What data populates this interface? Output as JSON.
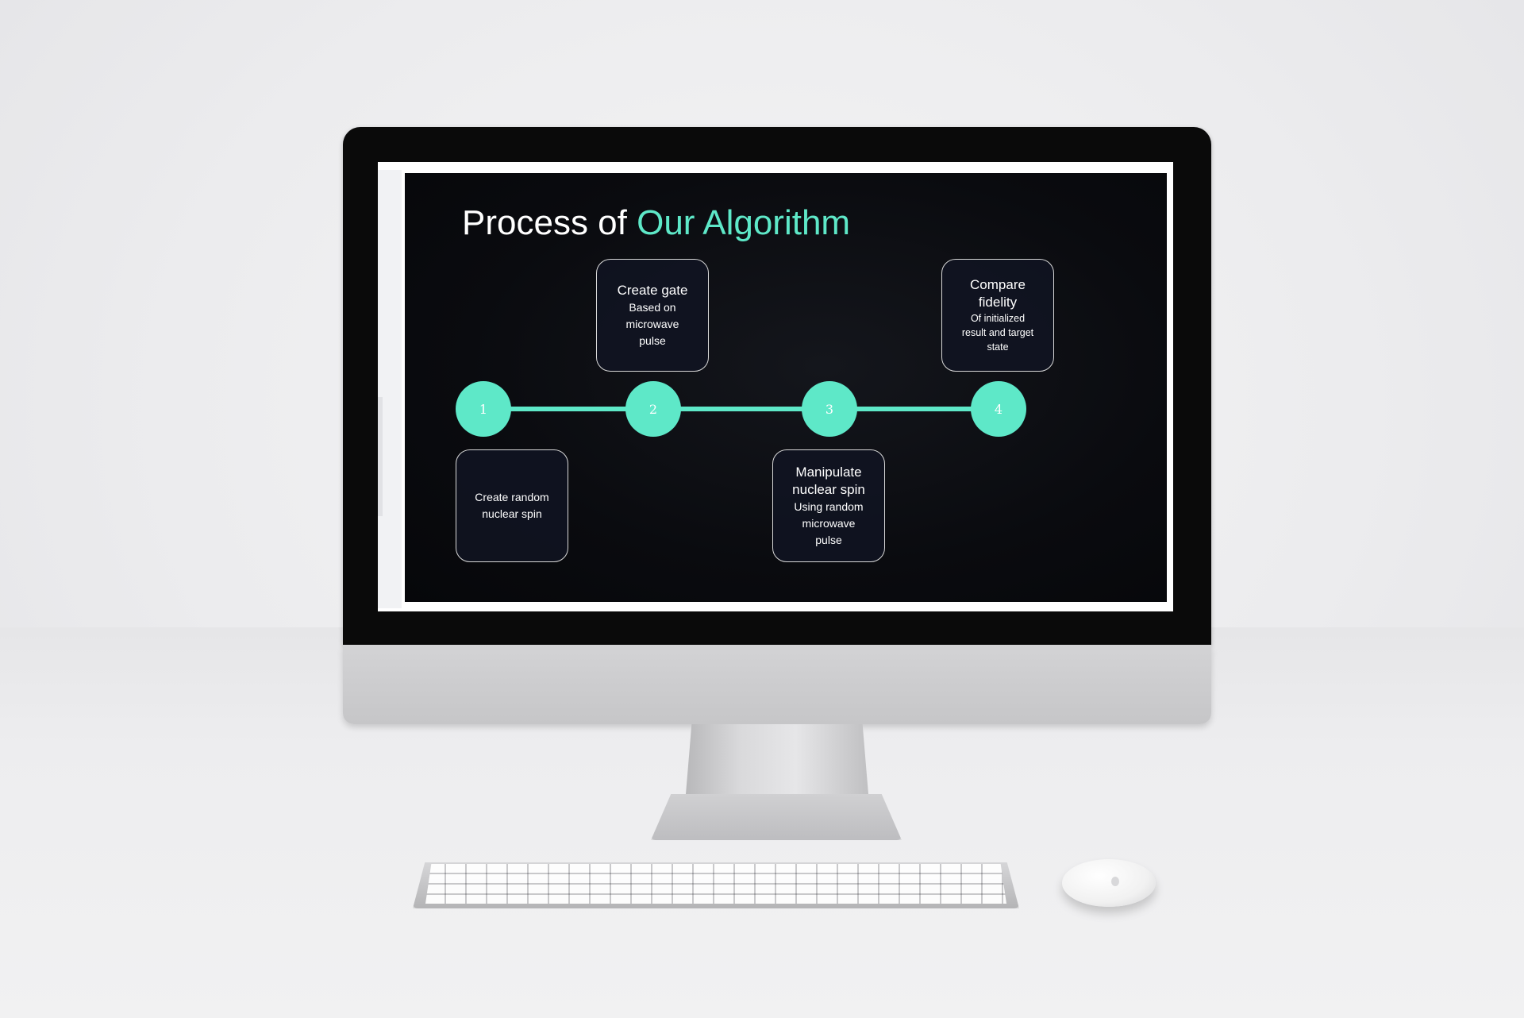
{
  "slide": {
    "title_main": "Process of ",
    "title_accent": "Our Algorithm",
    "nodes": [
      "1",
      "2",
      "3",
      "4"
    ],
    "cards": {
      "step1": {
        "title": "Create random nuclear spin"
      },
      "step2": {
        "title": "Create gate",
        "line1": "Based on",
        "line2": "microwave",
        "line3": "pulse"
      },
      "step3": {
        "title1": "Manipulate",
        "title2": "nuclear spin",
        "line1": "Using random",
        "line2": "microwave",
        "line3": "pulse"
      },
      "step4": {
        "title1": "Compare",
        "title2": "fidelity",
        "line1": "Of initialized",
        "line2": "result and target",
        "line3": "state"
      }
    }
  },
  "colors": {
    "accent": "#5ee8c8",
    "slide_bg": "#0a0b0f",
    "card_border": "#d8d8d8"
  }
}
